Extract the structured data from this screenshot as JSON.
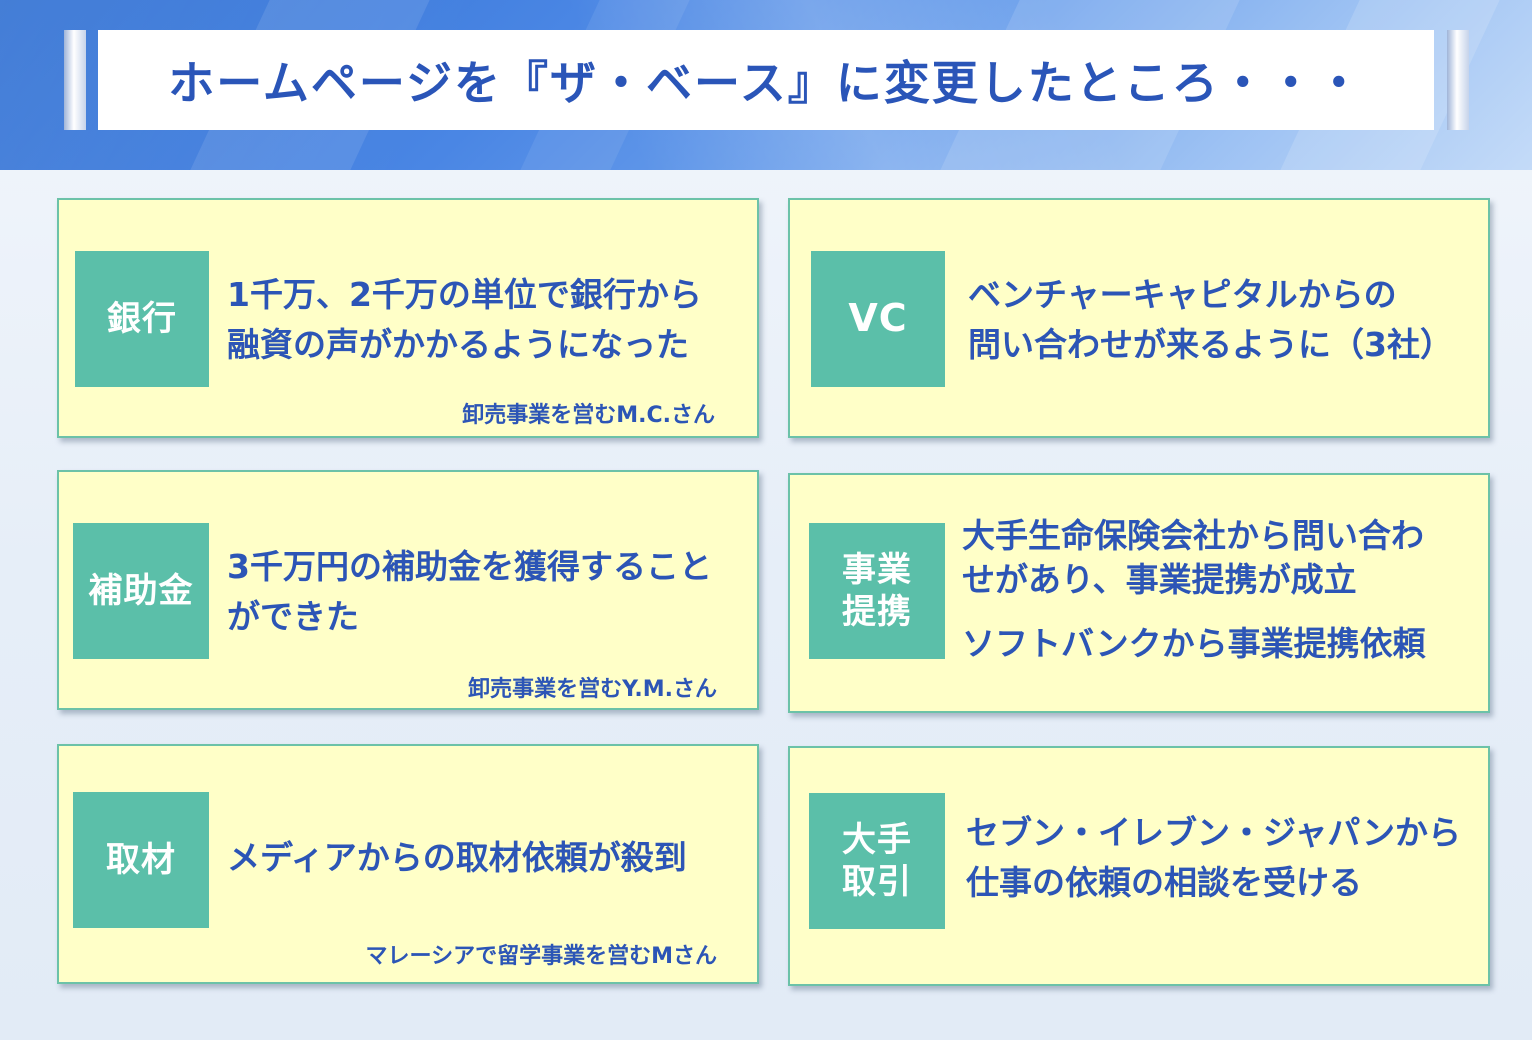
{
  "title": "ホームページを『ザ・ベース』に変更したところ・・・",
  "cards": [
    {
      "tag": "銀行",
      "lines": [
        "1千万、2千万の単位で銀行から",
        "融資の声がかかるようになった"
      ],
      "attribution": "卸売事業を営むM.C.さん"
    },
    {
      "tag": "VC",
      "lines": [
        "ベンチャーキャピタルからの",
        "問い合わせが来るように（3社）"
      ]
    },
    {
      "tag": "補助金",
      "lines": [
        "3千万円の補助金を獲得すること",
        "ができた"
      ],
      "attribution": "卸売事業を営むY.M.さん"
    },
    {
      "tag": "事業\n提携",
      "lines": [
        "大手生命保険会社から問い合わ",
        "せがあり、事業提携が成立",
        "ソフトバンクから事業提携依頼"
      ]
    },
    {
      "tag": "取材",
      "lines": [
        "メディアからの取材依頼が殺到"
      ],
      "attribution": "マレーシアで留学事業を営むMさん"
    },
    {
      "tag": "大手\n取引",
      "lines": [
        "セブン・イレブン・ジャパンから",
        "仕事の依頼の相談を受ける"
      ]
    }
  ],
  "colors": {
    "title_text": "#2a55b8",
    "card_bg": "#ffffc8",
    "card_border": "#6cc2a8",
    "tag_bg": "#5bbfa9",
    "body_text": "#2c55b6"
  }
}
